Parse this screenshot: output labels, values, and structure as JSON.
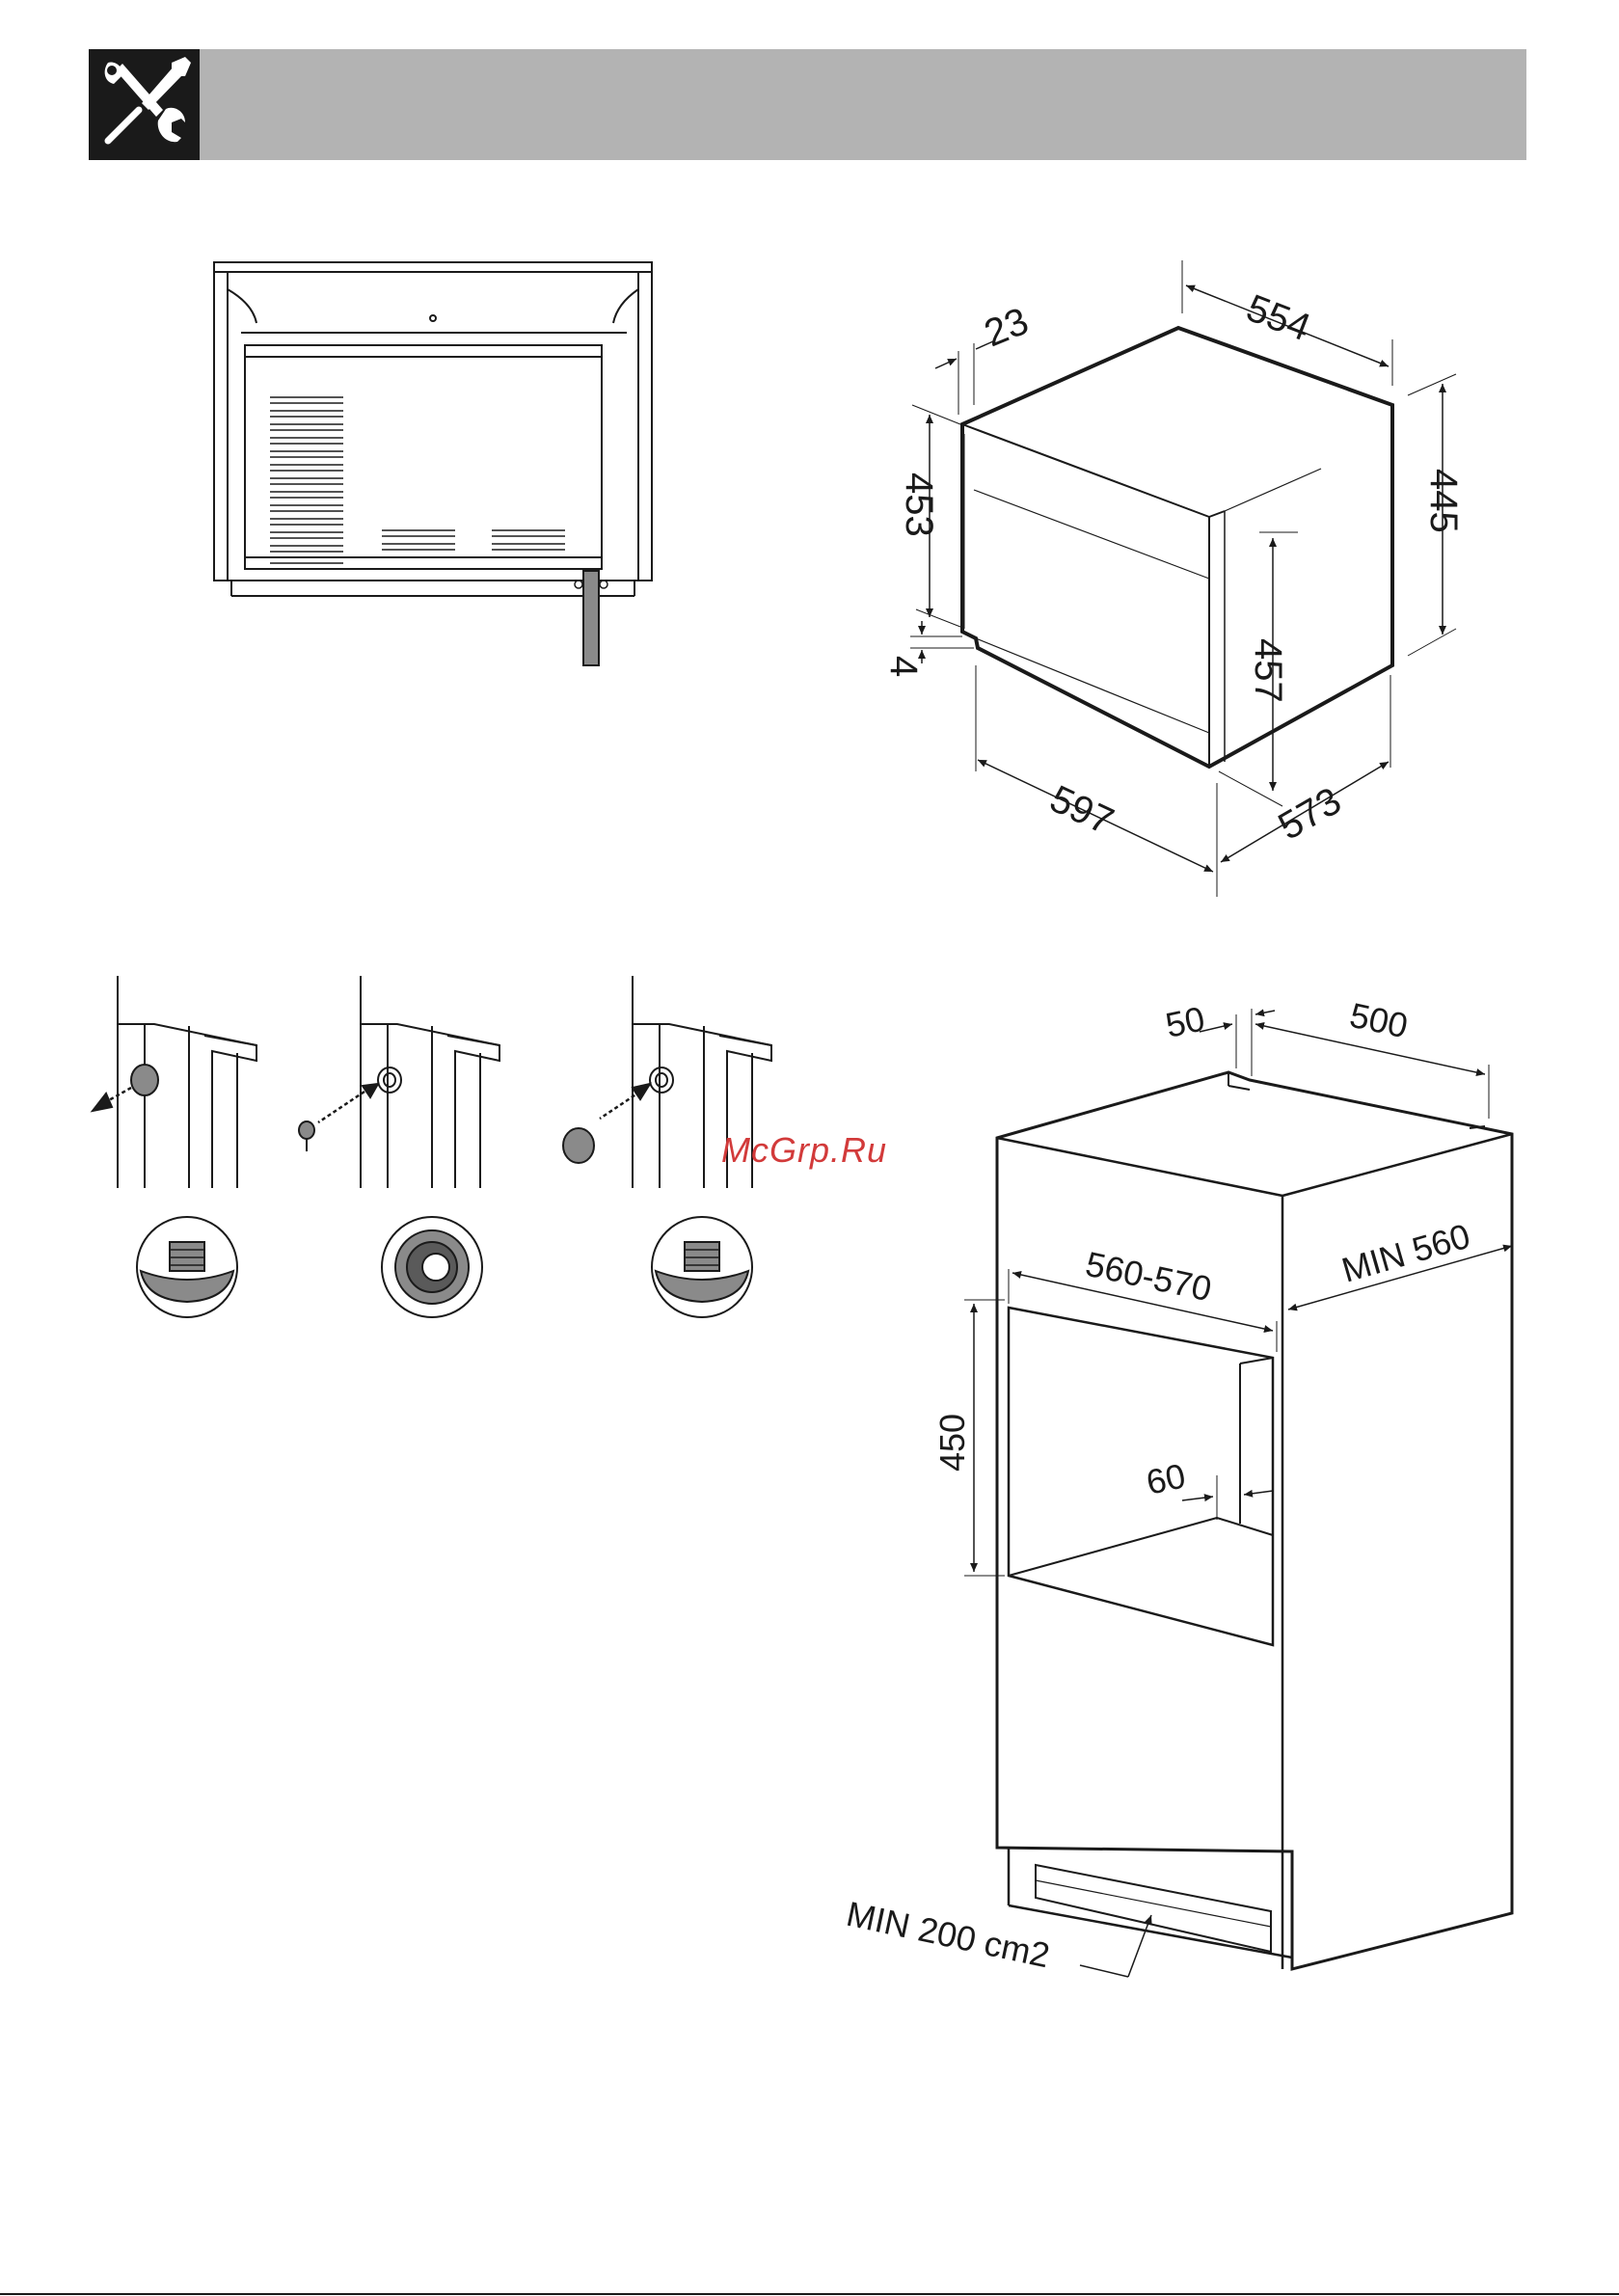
{
  "header": {
    "icon": "tools-icon",
    "bar_color": "#b3b3b3",
    "icon_background": "#1a1a1a"
  },
  "oven_dimensions": {
    "depth_top": "554",
    "door_thickness": "23",
    "height_front": "453",
    "height_side": "445",
    "gap_bottom": "4",
    "width_front": "597",
    "depth_side": "573",
    "inner_height": "457"
  },
  "cabinet_dimensions": {
    "top_gap": "50",
    "depth_top": "500",
    "min_depth": "MIN 560",
    "niche_width": "560-570",
    "niche_height": "450",
    "side_gap": "60",
    "ventilation": "MIN 200 cm2"
  },
  "watermark": {
    "text": "McGrp.Ru",
    "color": "#d23a3a"
  }
}
